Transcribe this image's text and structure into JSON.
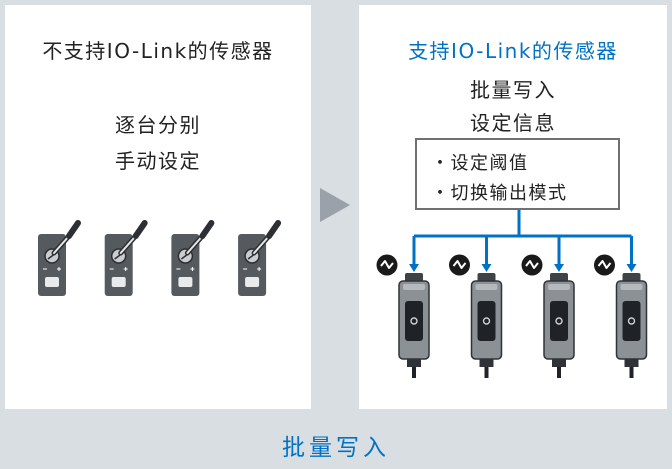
{
  "left_panel": {
    "title": "不支持IO-Link的传感器",
    "line1": "逐台分别",
    "line2": "手动设定"
  },
  "right_panel": {
    "title": "支持IO-Link的传感器",
    "line1": "批量写入",
    "line2": "设定信息",
    "settings": [
      "・设定阈值",
      "・切换输出模式"
    ]
  },
  "footer": "批量写入",
  "left_sensor_count": 4,
  "right_sensor_count": 4,
  "colors": {
    "accent": "#0072c6",
    "background": "#d9dee2",
    "arrow": "#9aa1a8"
  },
  "icons": {
    "sensor_knob": "screwdriver-icon",
    "comm": "io-link-signal-icon",
    "transfer": "play-arrow-icon"
  }
}
